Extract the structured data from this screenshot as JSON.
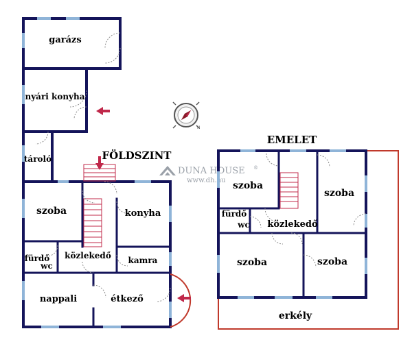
{
  "ground_floor": {
    "title": "FÖLDSZINT",
    "rooms": {
      "garazs": "garázs",
      "nyari_konyha": "nyári konyha",
      "tarolo": "tároló",
      "szoba": "szoba",
      "konyha": "konyha",
      "furdo": "fürdő",
      "wc": "wc",
      "kozlekedo": "közlekedő",
      "kamra": "kamra",
      "nappali": "nappali",
      "etkezo": "étkező"
    }
  },
  "upper_floor": {
    "title": "EMELET",
    "rooms": {
      "szoba_top_left": "szoba",
      "szoba_top_right": "szoba",
      "furdo": "fürdő",
      "wc": "wc",
      "kozlekedo": "közlekedő",
      "szoba_bottom_left": "szoba",
      "szoba_bottom_right": "szoba",
      "erkely": "erkély"
    }
  },
  "watermark": {
    "brand": "DUNA HOUSE",
    "mark": "®",
    "url": "www.dh.hu"
  },
  "compass": {
    "north": "N"
  },
  "colors": {
    "wall": "#14145a",
    "window": "#8fb4d8",
    "balcony": "#c0392b",
    "arrow": "#c0284a",
    "door": "#8a8a8a"
  }
}
